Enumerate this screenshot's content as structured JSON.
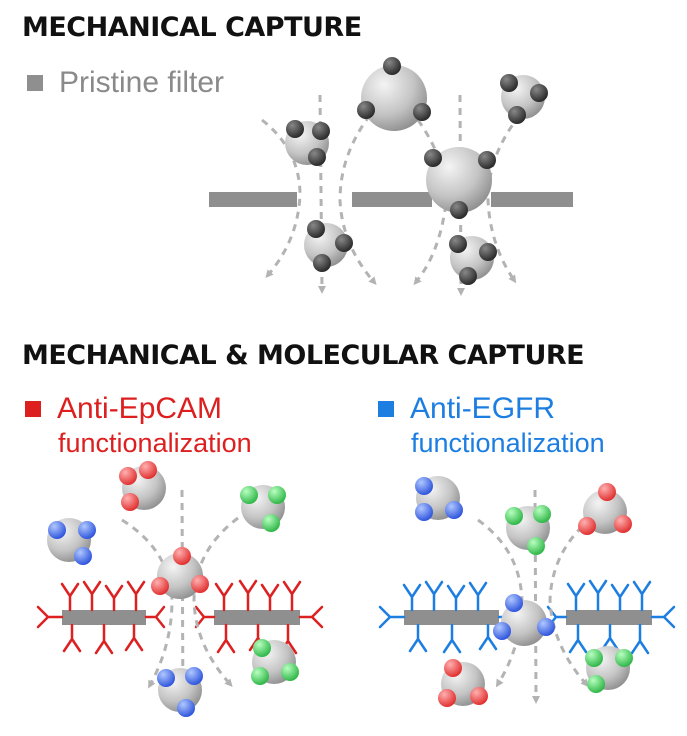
{
  "sections": {
    "mechanical": {
      "title": "MECHANICAL CAPTURE"
    },
    "molecular": {
      "title": "MECHANICAL & MOLECULAR CAPTURE"
    }
  },
  "legends": {
    "pristine": {
      "label": "Pristine filter",
      "color": "#8f8f8f"
    },
    "epcam": {
      "label": "Anti-EpCAM",
      "sublabel": "functionalization",
      "color": "#dd1f1f"
    },
    "egfr": {
      "label": "Anti-EGFR",
      "sublabel": "functionalization",
      "color": "#1c7ee0"
    }
  },
  "colors": {
    "filter": "#8f8f8f",
    "cell": "#b9b9b9",
    "marker_dark": "#2c2c2c",
    "marker_red": "#e53b3b",
    "marker_green": "#2fc24a",
    "marker_blue": "#2f5de6",
    "arrow": "#b3b3b3"
  }
}
